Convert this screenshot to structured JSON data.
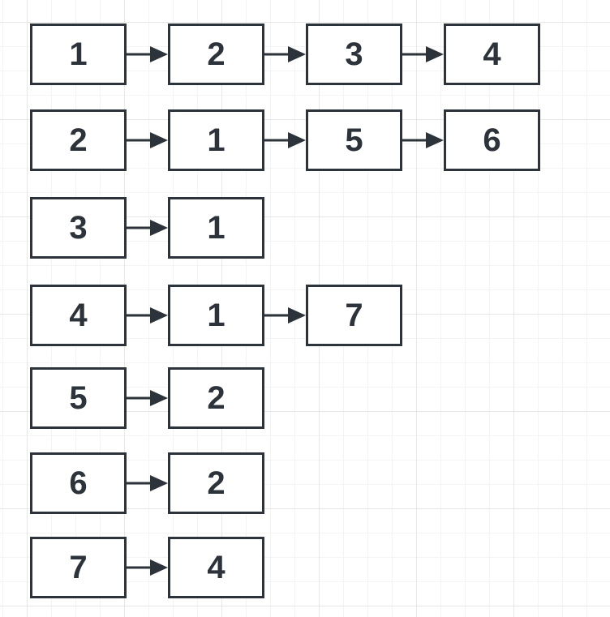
{
  "diagram": {
    "type": "adjacency-list",
    "rows": [
      {
        "head": "1",
        "neighbors": [
          "2",
          "3",
          "4"
        ]
      },
      {
        "head": "2",
        "neighbors": [
          "1",
          "5",
          "6"
        ]
      },
      {
        "head": "3",
        "neighbors": [
          "1"
        ]
      },
      {
        "head": "4",
        "neighbors": [
          "1",
          "7"
        ]
      },
      {
        "head": "5",
        "neighbors": [
          "2"
        ]
      },
      {
        "head": "6",
        "neighbors": [
          "2"
        ]
      },
      {
        "head": "7",
        "neighbors": [
          "4"
        ]
      }
    ],
    "colors": {
      "node_border": "#2d333a",
      "node_fill": "#ffffff",
      "text": "#2d333a",
      "arrow": "#2d333a",
      "grid_minor": "#f4f4f4",
      "grid_major": "#e7e7e7",
      "background": "#ffffff"
    }
  }
}
